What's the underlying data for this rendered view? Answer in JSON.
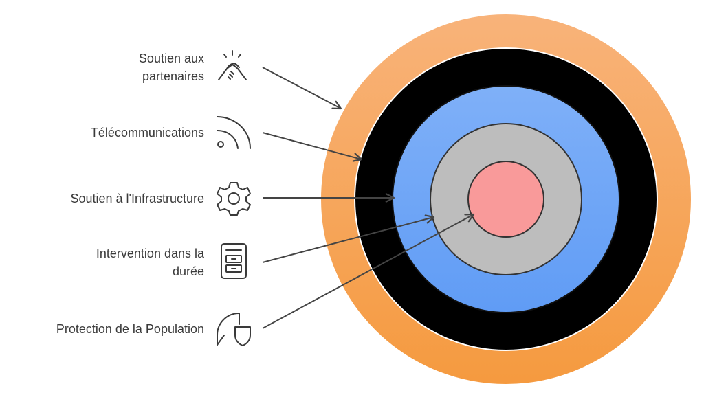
{
  "layers": [
    {
      "id": "partners",
      "label_lines": [
        "Soutien aux",
        "partenaires"
      ],
      "icon": "handshake-icon",
      "color": "#f79b45"
    },
    {
      "id": "telecom",
      "label_lines": [
        "Télécommunications"
      ],
      "icon": "signal-icon",
      "color": "#000000"
    },
    {
      "id": "infrastructure",
      "label_lines": [
        "Soutien à l'Infrastructure"
      ],
      "icon": "gear-icon",
      "color": "#6ea4f7"
    },
    {
      "id": "intervention",
      "label_lines": [
        "Intervention dans la",
        "durée"
      ],
      "icon": "file-cabinet-icon",
      "color": "#bdbdbd"
    },
    {
      "id": "protection",
      "label_lines": [
        "Protection de la Population"
      ],
      "icon": "shield-umbrella-icon",
      "color": "#f99a9a"
    }
  ]
}
